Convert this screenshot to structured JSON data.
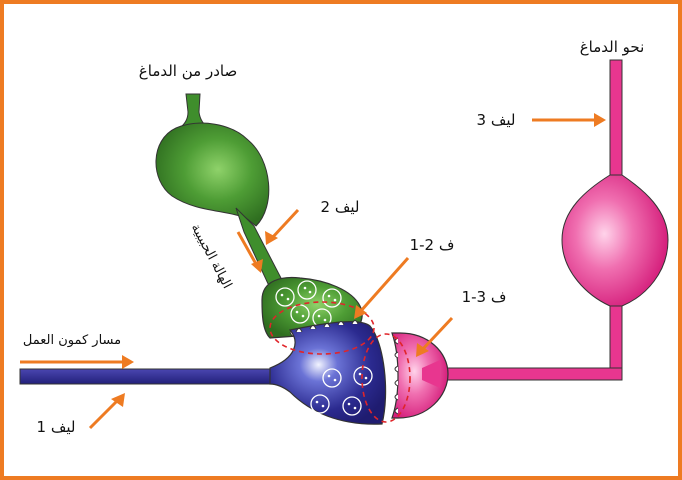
{
  "labels": {
    "to_brain": "نحو الدماغ",
    "from_brain": "صادر من الدماغ",
    "fiber_1": "ليف 1",
    "fiber_2": "ليف 2",
    "fiber_3": "ليف 3",
    "gap_2_1": "ف 2-1",
    "gap_3_1": "ف 3-1",
    "action_potential_path": "مسار كمون العمل",
    "vertical_note": "الهالة الحبيبية"
  },
  "colors": {
    "frame": "#ee7b22",
    "arrow": "#ee7b22",
    "green_neuron": "#3f8e2c",
    "blue_neuron": "#2b2a8f",
    "pink_neuron": "#e8368f",
    "dashed": "#e0252a"
  }
}
